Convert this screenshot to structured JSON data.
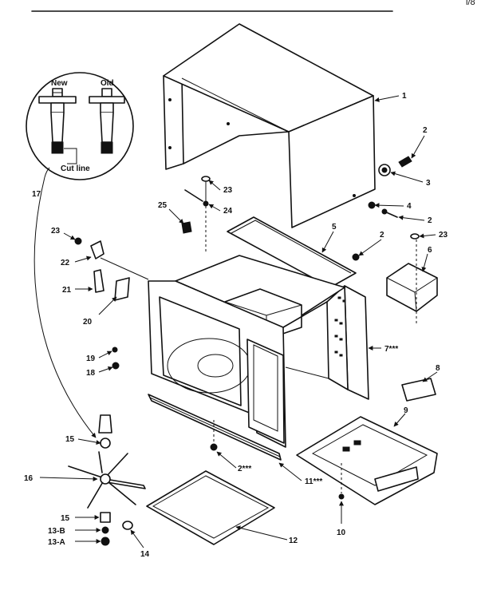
{
  "inset": {
    "new_label": "New",
    "old_label": "Old",
    "cut_line_label": "Cut line"
  },
  "corner_text": "i/8",
  "callouts": {
    "p1": "1",
    "p2a": "2",
    "p3": "3",
    "p4": "4",
    "p2b": "2",
    "p5": "5",
    "p2c": "2",
    "p23a": "23",
    "p24": "24",
    "p25": "25",
    "p23b": "23",
    "p6": "6",
    "p17": "17",
    "p23c": "23",
    "p22": "22",
    "p21": "21",
    "p20": "20",
    "p7": "7***",
    "p19": "19",
    "p18a": "18",
    "p8": "8",
    "p9": "9",
    "p15a": "15",
    "p2d": "2***",
    "p11": "11***",
    "p16": "16",
    "p15b": "15",
    "p13b": "13-B",
    "p13a": "13-A",
    "p14": "14",
    "p12": "12",
    "p10": "10"
  }
}
